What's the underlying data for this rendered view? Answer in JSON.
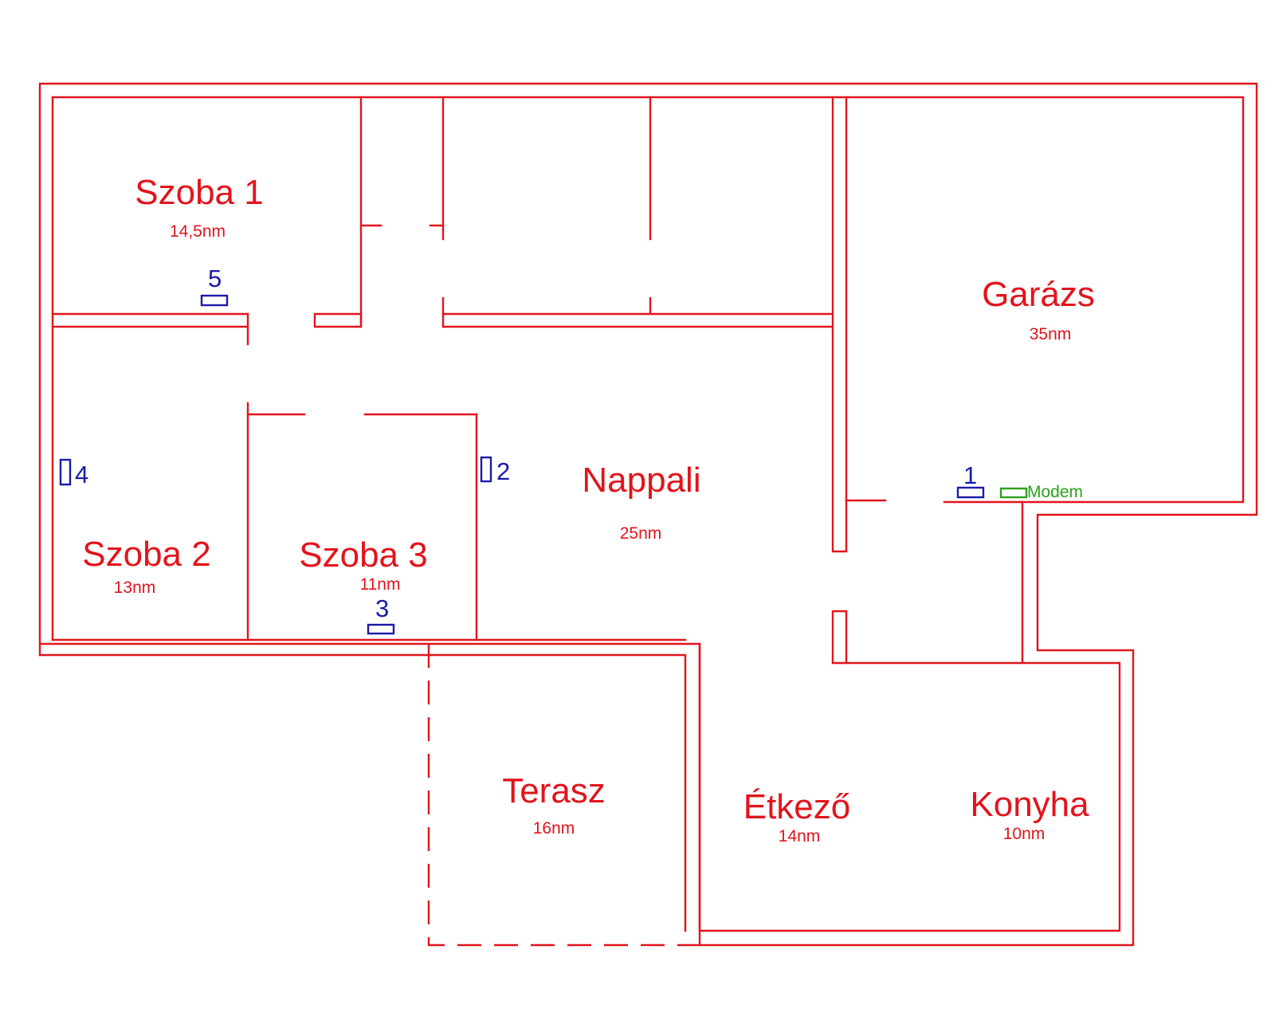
{
  "colors": {
    "walls": "#e2141c",
    "access_points": "#1a1aa8",
    "modem": "#2ea01c",
    "background": "#ffffff"
  },
  "rooms": {
    "szoba1": {
      "name": "Szoba 1",
      "area": "14,5nm"
    },
    "szoba2": {
      "name": "Szoba 2",
      "area": "13nm"
    },
    "szoba3": {
      "name": "Szoba 3",
      "area": "11nm"
    },
    "nappali": {
      "name": "Nappali",
      "area": "25nm"
    },
    "garazs": {
      "name": "Garázs",
      "area": "35nm"
    },
    "terasz": {
      "name": "Terasz",
      "area": "16nm"
    },
    "etkezo": {
      "name": "Étkező",
      "area": "14nm"
    },
    "konyha": {
      "name": "Konyha",
      "area": "10nm"
    }
  },
  "access_points": {
    "ap1": "1",
    "ap2": "2",
    "ap3": "3",
    "ap4": "4",
    "ap5": "5"
  },
  "modem": {
    "label": "Modem"
  }
}
